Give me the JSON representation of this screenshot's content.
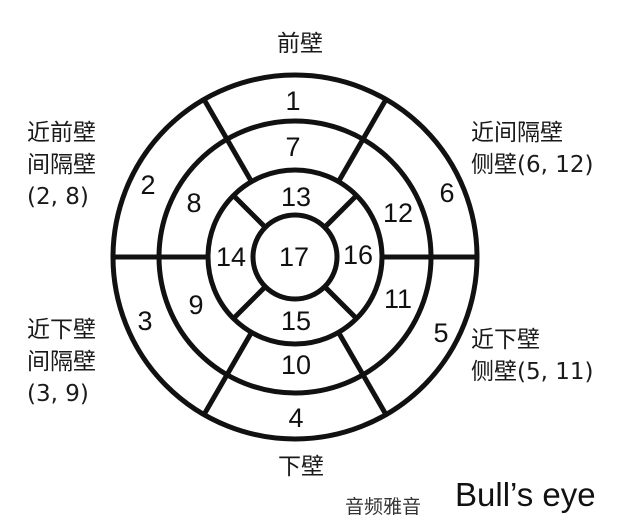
{
  "labels": {
    "anterior": "前壁",
    "inferior": "下壁",
    "anteroseptal": [
      "近前壁",
      "间隔壁",
      "(2, 8)"
    ],
    "inferoseptal": [
      "近下壁",
      "间隔壁",
      "(3, 9)"
    ],
    "anterolateral": [
      "近间隔壁",
      "侧壁(6, 12)"
    ],
    "inferolateral": [
      "近下壁",
      "侧壁(5, 11)"
    ]
  },
  "segments": {
    "basal": [
      "1",
      "2",
      "3",
      "4",
      "5",
      "6"
    ],
    "mid": [
      "7",
      "8",
      "9",
      "10",
      "11",
      "12"
    ],
    "apical": [
      "13",
      "14",
      "15",
      "16"
    ],
    "apex": "17"
  },
  "title": "Bull’s eye",
  "watermark": "音频雅音",
  "colors": {
    "stroke": "#111111",
    "background": "#ffffff"
  }
}
